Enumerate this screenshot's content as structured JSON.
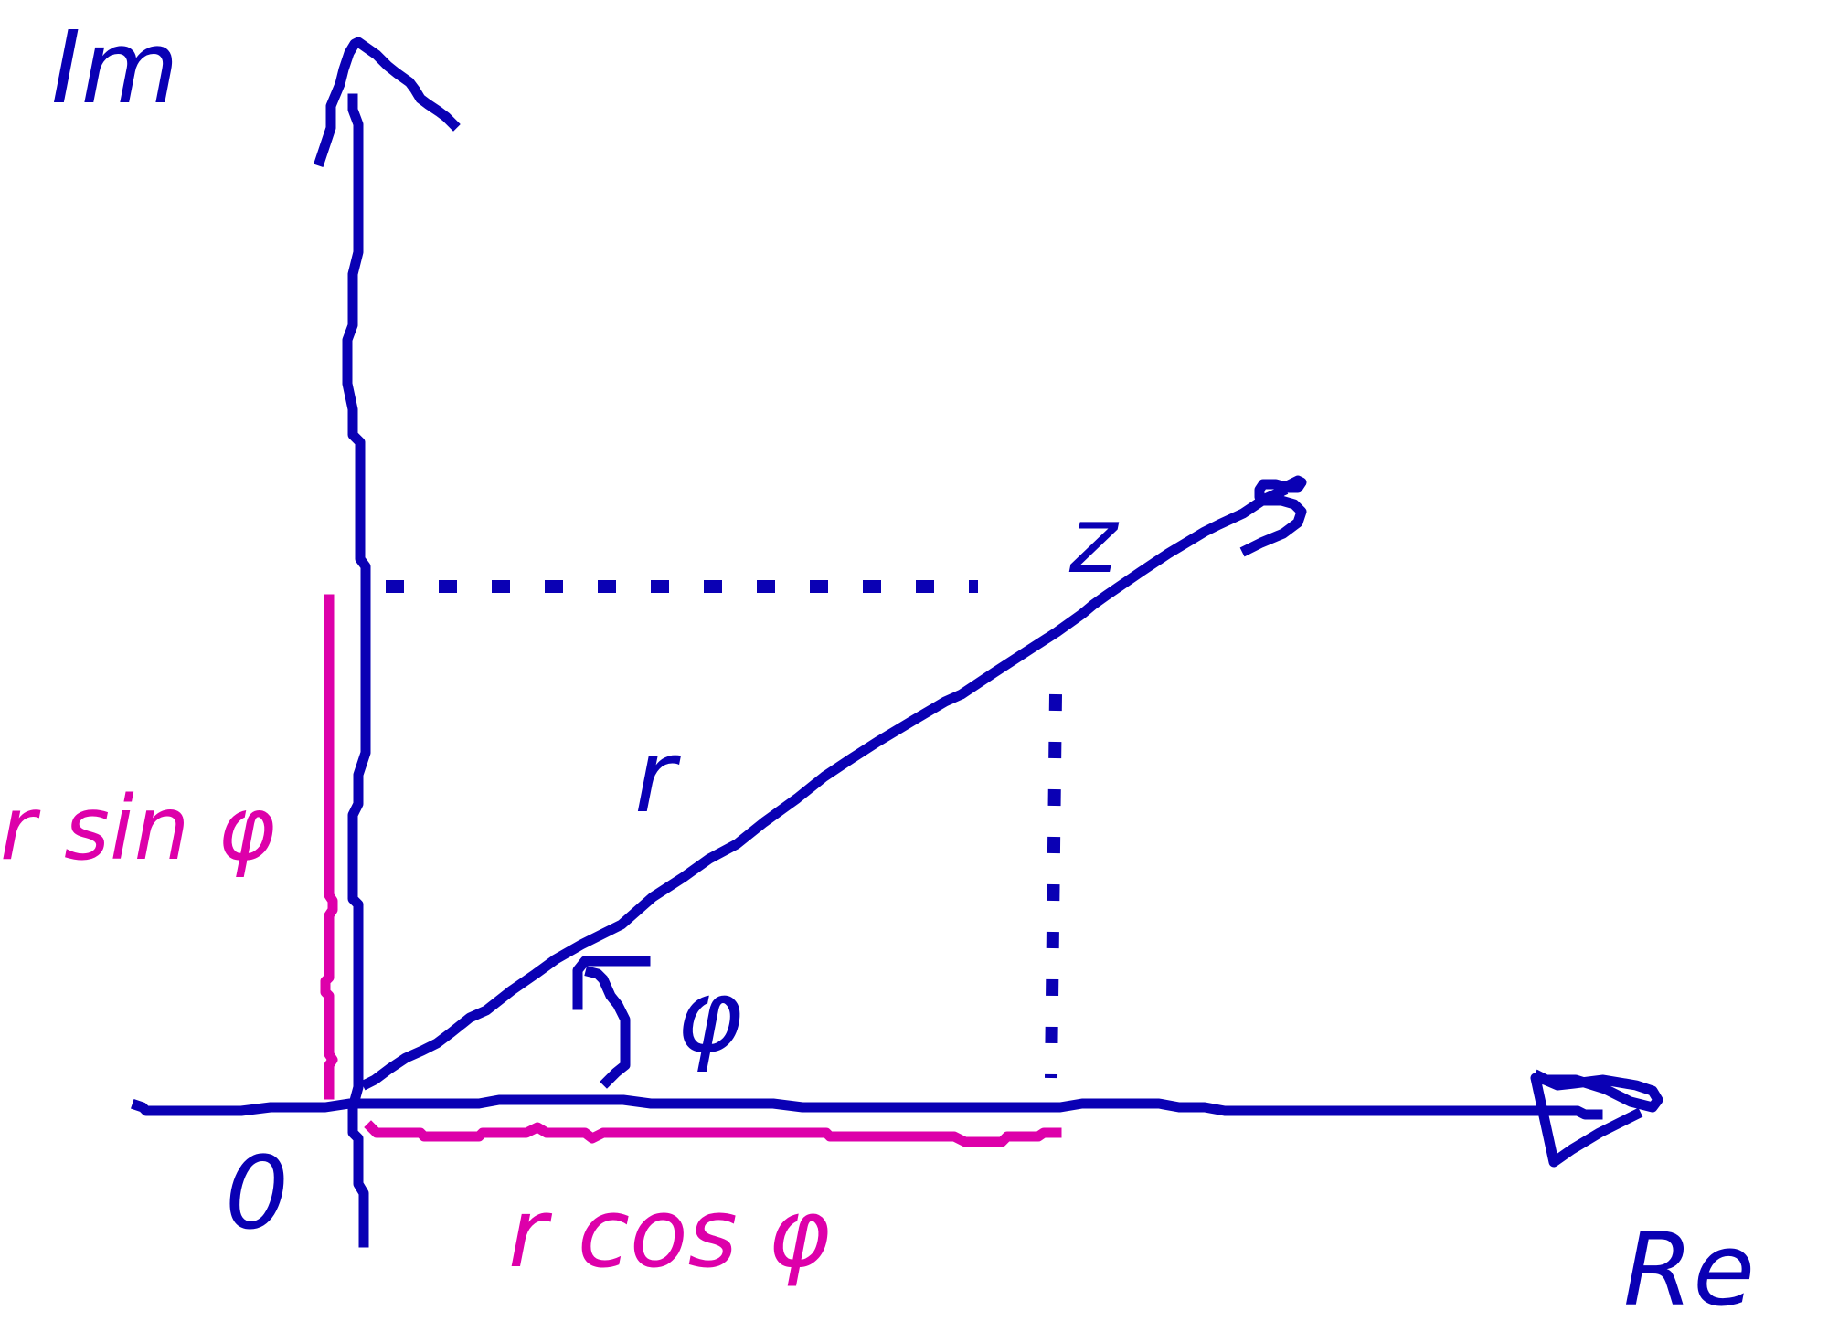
{
  "labels": {
    "imaginary_axis": "Im",
    "real_axis": "Re",
    "origin": "0",
    "point": "z",
    "radius": "r",
    "angle": "φ",
    "vertical_component": "r sin φ",
    "horizontal_component": "r cos φ"
  },
  "colors": {
    "primary_ink": "#0a00b4",
    "highlight_ink": "#dd00aa",
    "background": "#ffffff"
  }
}
